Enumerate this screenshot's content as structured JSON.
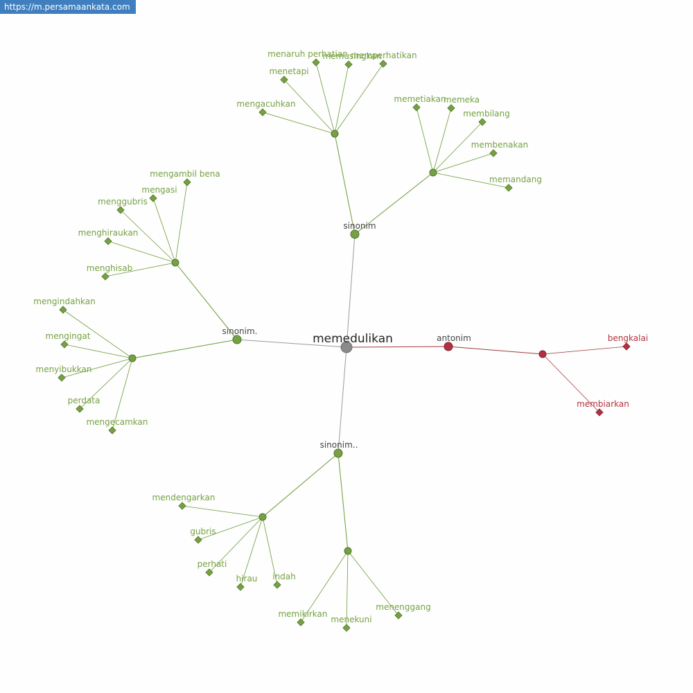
{
  "source_url": "https://m.persamaankata.com",
  "colors": {
    "synonym": "#76a043",
    "synonym_edge": "#6c9a38",
    "antonym": "#b23040",
    "antonym_edge": "#a03a44",
    "root_node": "#8a8a8a",
    "root_edge": "#999999",
    "hub_label": "#444444",
    "root_label": "#222222"
  },
  "graph": {
    "root": {
      "id": "root",
      "label": "memedulikan"
    },
    "nodes": [
      {
        "id": "s1",
        "label": "sinonim",
        "kind": "syn",
        "role": "hub",
        "parent": "root"
      },
      {
        "id": "s2",
        "label": "sinonim.",
        "kind": "syn",
        "role": "hub",
        "parent": "root"
      },
      {
        "id": "s3",
        "label": "sinonim..",
        "kind": "syn",
        "role": "hub",
        "parent": "root"
      },
      {
        "id": "a1",
        "label": "antonim",
        "kind": "ant",
        "role": "hub",
        "parent": "root"
      },
      {
        "id": "g1",
        "label": "",
        "kind": "syn",
        "role": "group",
        "parent": "s1"
      },
      {
        "id": "g2",
        "label": "",
        "kind": "syn",
        "role": "group",
        "parent": "s1"
      },
      {
        "id": "g3",
        "label": "",
        "kind": "syn",
        "role": "group",
        "parent": "s2"
      },
      {
        "id": "g4",
        "label": "",
        "kind": "syn",
        "role": "group",
        "parent": "s2"
      },
      {
        "id": "g5",
        "label": "",
        "kind": "syn",
        "role": "group",
        "parent": "s3"
      },
      {
        "id": "g6",
        "label": "",
        "kind": "syn",
        "role": "group",
        "parent": "s3"
      },
      {
        "id": "g7",
        "label": "",
        "kind": "ant",
        "role": "group",
        "parent": "a1"
      },
      {
        "id": "w1",
        "label": "menaruh perhatian",
        "kind": "syn",
        "role": "leaf",
        "parent": "g1"
      },
      {
        "id": "w2",
        "label": "memusingkan",
        "kind": "syn",
        "role": "leaf",
        "parent": "g1"
      },
      {
        "id": "w3",
        "label": "memperhatikan",
        "kind": "syn",
        "role": "leaf",
        "parent": "g1"
      },
      {
        "id": "w4",
        "label": "menetapi",
        "kind": "syn",
        "role": "leaf",
        "parent": "g1"
      },
      {
        "id": "w5",
        "label": "mengacuhkan",
        "kind": "syn",
        "role": "leaf",
        "parent": "g1"
      },
      {
        "id": "w6",
        "label": "memetiakan",
        "kind": "syn",
        "role": "leaf",
        "parent": "g2"
      },
      {
        "id": "w7",
        "label": "memeka",
        "kind": "syn",
        "role": "leaf",
        "parent": "g2"
      },
      {
        "id": "w8",
        "label": "membilang",
        "kind": "syn",
        "role": "leaf",
        "parent": "g2"
      },
      {
        "id": "w9",
        "label": "membenakan",
        "kind": "syn",
        "role": "leaf",
        "parent": "g2"
      },
      {
        "id": "w10",
        "label": "memandang",
        "kind": "syn",
        "role": "leaf",
        "parent": "g2"
      },
      {
        "id": "w11",
        "label": "mengambil bena",
        "kind": "syn",
        "role": "leaf",
        "parent": "g3"
      },
      {
        "id": "w12",
        "label": "mengasi",
        "kind": "syn",
        "role": "leaf",
        "parent": "g3"
      },
      {
        "id": "w13",
        "label": "menggubris",
        "kind": "syn",
        "role": "leaf",
        "parent": "g3"
      },
      {
        "id": "w14",
        "label": "menghiraukan",
        "kind": "syn",
        "role": "leaf",
        "parent": "g3"
      },
      {
        "id": "w15",
        "label": "menghisab",
        "kind": "syn",
        "role": "leaf",
        "parent": "g3"
      },
      {
        "id": "w16",
        "label": "mengindahkan",
        "kind": "syn",
        "role": "leaf",
        "parent": "g4"
      },
      {
        "id": "w17",
        "label": "mengingat",
        "kind": "syn",
        "role": "leaf",
        "parent": "g4"
      },
      {
        "id": "w18",
        "label": "menyibukkan",
        "kind": "syn",
        "role": "leaf",
        "parent": "g4"
      },
      {
        "id": "w19",
        "label": "perdata",
        "kind": "syn",
        "role": "leaf",
        "parent": "g4"
      },
      {
        "id": "w20",
        "label": "mengecamkan",
        "kind": "syn",
        "role": "leaf",
        "parent": "g4"
      },
      {
        "id": "w21",
        "label": "mendengarkan",
        "kind": "syn",
        "role": "leaf",
        "parent": "g5"
      },
      {
        "id": "w22",
        "label": "gubris",
        "kind": "syn",
        "role": "leaf",
        "parent": "g5"
      },
      {
        "id": "w23",
        "label": "perhati",
        "kind": "syn",
        "role": "leaf",
        "parent": "g5"
      },
      {
        "id": "w24",
        "label": "hirau",
        "kind": "syn",
        "role": "leaf",
        "parent": "g5"
      },
      {
        "id": "w25",
        "label": "indah",
        "kind": "syn",
        "role": "leaf",
        "parent": "g5"
      },
      {
        "id": "w26",
        "label": "memikirkan",
        "kind": "syn",
        "role": "leaf",
        "parent": "g6"
      },
      {
        "id": "w27",
        "label": "menekuni",
        "kind": "syn",
        "role": "leaf",
        "parent": "g6"
      },
      {
        "id": "w28",
        "label": "menenggang",
        "kind": "syn",
        "role": "leaf",
        "parent": "g6"
      },
      {
        "id": "w29",
        "label": "bengkalai",
        "kind": "ant",
        "role": "leaf",
        "parent": "g7"
      },
      {
        "id": "w30",
        "label": "membiarkan",
        "kind": "ant",
        "role": "leaf",
        "parent": "g7"
      }
    ]
  }
}
